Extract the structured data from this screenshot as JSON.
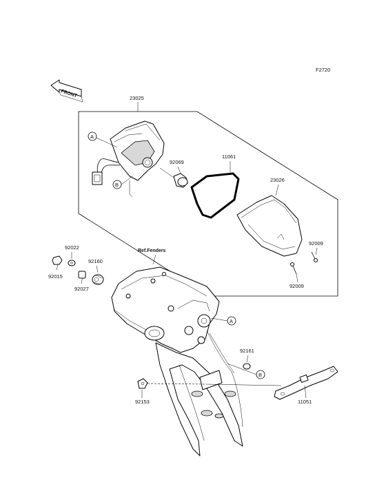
{
  "figure_code": "F2720",
  "front_arrow_label": "FRONT",
  "ref_fenders_label": "Ref.Fenders",
  "markers": {
    "a": "A",
    "b": "B"
  },
  "parts": {
    "p23025": "23025",
    "p92069": "92069",
    "p11061": "11061",
    "p23026": "23026",
    "p92009_top": "92009",
    "p92009_bottom": "92009",
    "p92022": "92022",
    "p92015": "92015",
    "p92160": "92160",
    "p92027": "92027",
    "p92161": "92161",
    "p92153": "92153",
    "p11051": "11051"
  }
}
